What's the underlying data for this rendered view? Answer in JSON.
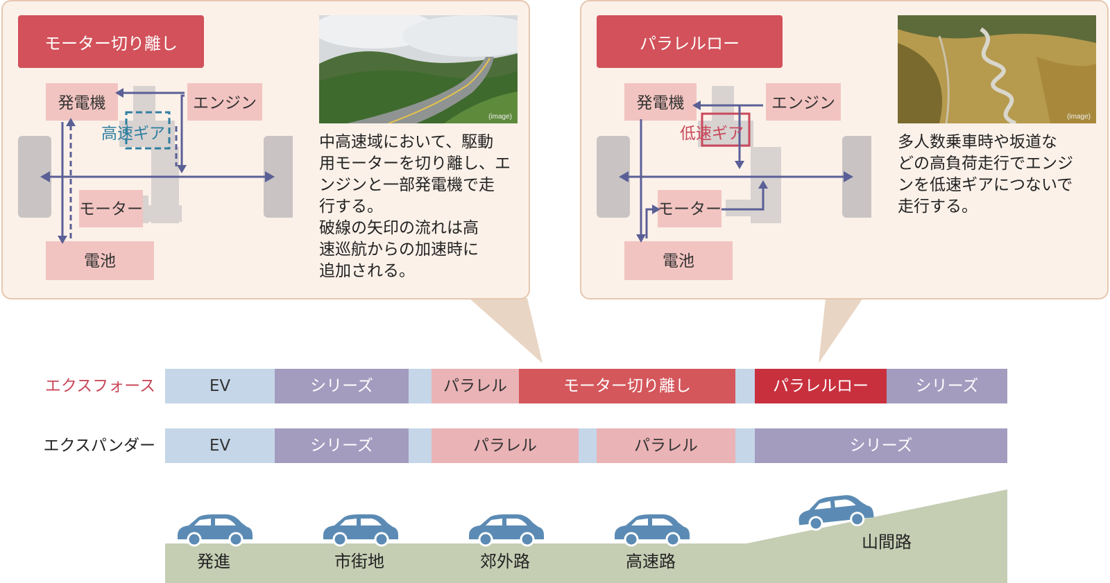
{
  "left_panel": {
    "title": "モーター切り離し",
    "photo_tag": "(image)",
    "labels": {
      "generator": "発電機",
      "engine": "エンジン",
      "gear": "高速ギア",
      "motor": "モーター",
      "battery": "電池"
    },
    "description": [
      "中高速域において、駆動",
      "用モーターを切り離し、エ",
      "ンジンと一部発電機で走",
      "行する。",
      "破線の矢印の流れは高",
      "速巡航からの加速時に",
      "追加される。"
    ]
  },
  "right_panel": {
    "title": "パラレルロー",
    "photo_tag": "(image)",
    "labels": {
      "generator": "発電機",
      "engine": "エンジン",
      "gear": "低速ギア",
      "motor": "モーター",
      "battery": "電池"
    },
    "description": [
      "多人数乗車時や坂道な",
      "どの高負荷走行でエンジ",
      "ンを低速ギアにつないで",
      "走行する。"
    ]
  },
  "rows": [
    {
      "label": "エクスフォース",
      "segments": [
        {
          "text": "EV",
          "kind": "ev"
        },
        {
          "text": "シリーズ",
          "kind": "series"
        },
        {
          "text": "",
          "kind": "gap"
        },
        {
          "text": "パラレル",
          "kind": "par"
        },
        {
          "text": "モーター切り離し",
          "kind": "md"
        },
        {
          "text": "",
          "kind": "gap"
        },
        {
          "text": "パラレルロー",
          "kind": "pl"
        },
        {
          "text": "シリーズ",
          "kind": "series"
        }
      ]
    },
    {
      "label": "エクスパンダー",
      "segments": [
        {
          "text": "EV",
          "kind": "ev"
        },
        {
          "text": "シリーズ",
          "kind": "series"
        },
        {
          "text": "",
          "kind": "gap"
        },
        {
          "text": "パラレル",
          "kind": "par"
        },
        {
          "text": "",
          "kind": "gap"
        },
        {
          "text": "パラレル",
          "kind": "par"
        },
        {
          "text": "",
          "kind": "gap"
        },
        {
          "text": "シリーズ",
          "kind": "series"
        }
      ]
    }
  ],
  "places": [
    "発進",
    "市街地",
    "郊外路",
    "高速路",
    "山間路"
  ],
  "colors": {
    "panel_bg": "#fbf1e9",
    "title_red": "#d2515a",
    "arrow": "#5a5f96",
    "box_pink": "#f2c4c1",
    "road_green": "#c5cdb3",
    "car_blue": "#5b8bb4"
  }
}
